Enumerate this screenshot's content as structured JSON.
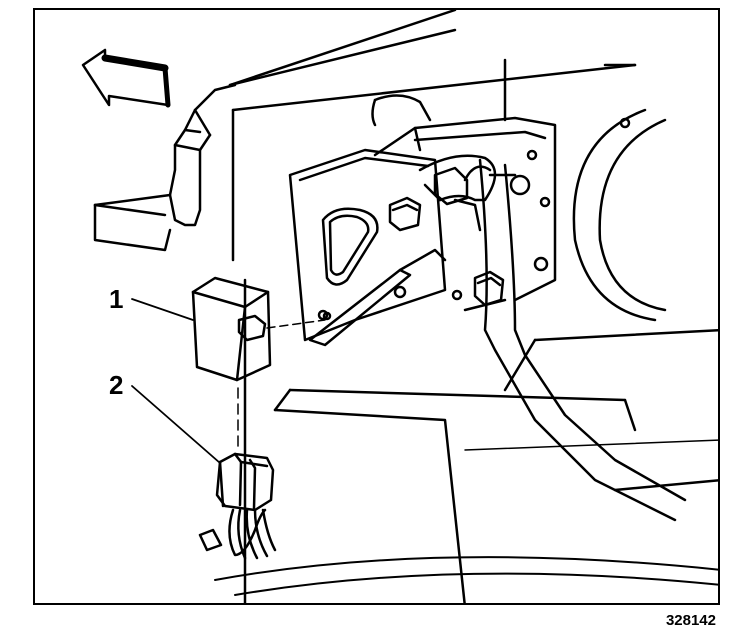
{
  "callouts": [
    {
      "number": "1",
      "part": "module"
    },
    {
      "number": "2",
      "part": "electrical-connector"
    }
  ],
  "figure_id": "328142",
  "icons": {
    "direction": "forward-arrow-icon"
  },
  "colors": {
    "ink": "#000000",
    "paper": "#ffffff"
  }
}
